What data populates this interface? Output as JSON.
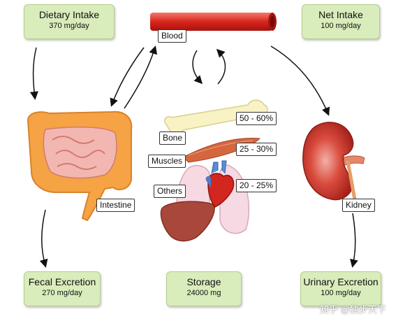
{
  "boxes": {
    "dietary_intake": {
      "title": "Dietary Intake",
      "value": "370 mg/day"
    },
    "net_intake": {
      "title": "Net Intake",
      "value": "100 mg/day"
    },
    "fecal_excretion": {
      "title": "Fecal Excretion",
      "value": "270 mg/day"
    },
    "storage": {
      "title": "Storage",
      "value": "24000 mg"
    },
    "urinary_excretion": {
      "title": "Urinary Excretion",
      "value": "100 mg/day"
    }
  },
  "labels": {
    "blood": "Blood",
    "intestine": "Intestine",
    "kidney": "Kidney",
    "bone": "Bone",
    "muscles": "Muscles",
    "others": "Others",
    "bone_pct": "50 - 60%",
    "muscles_pct": "25 - 30%",
    "others_pct": "20 - 25%"
  },
  "watermark": "知乎 @独步天下",
  "colors": {
    "box_fill": "#d9ecbb",
    "organ_orange": "#f5a344",
    "blood_red": "#d8261e",
    "kidney_red": "#c8332b"
  }
}
